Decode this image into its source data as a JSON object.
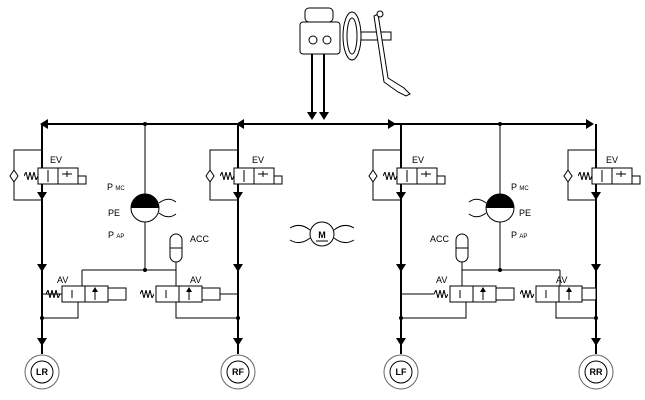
{
  "labels": {
    "ev": "EV",
    "av": "AV",
    "acc": "ACC",
    "pe": "PE",
    "p": "P",
    "mc": "MC",
    "ap": "AP",
    "motor": "M"
  },
  "wheels": [
    {
      "id": "lr",
      "label": "LR"
    },
    {
      "id": "rf",
      "label": "RF"
    },
    {
      "id": "lf",
      "label": "LF"
    },
    {
      "id": "rr",
      "label": "RR"
    }
  ]
}
